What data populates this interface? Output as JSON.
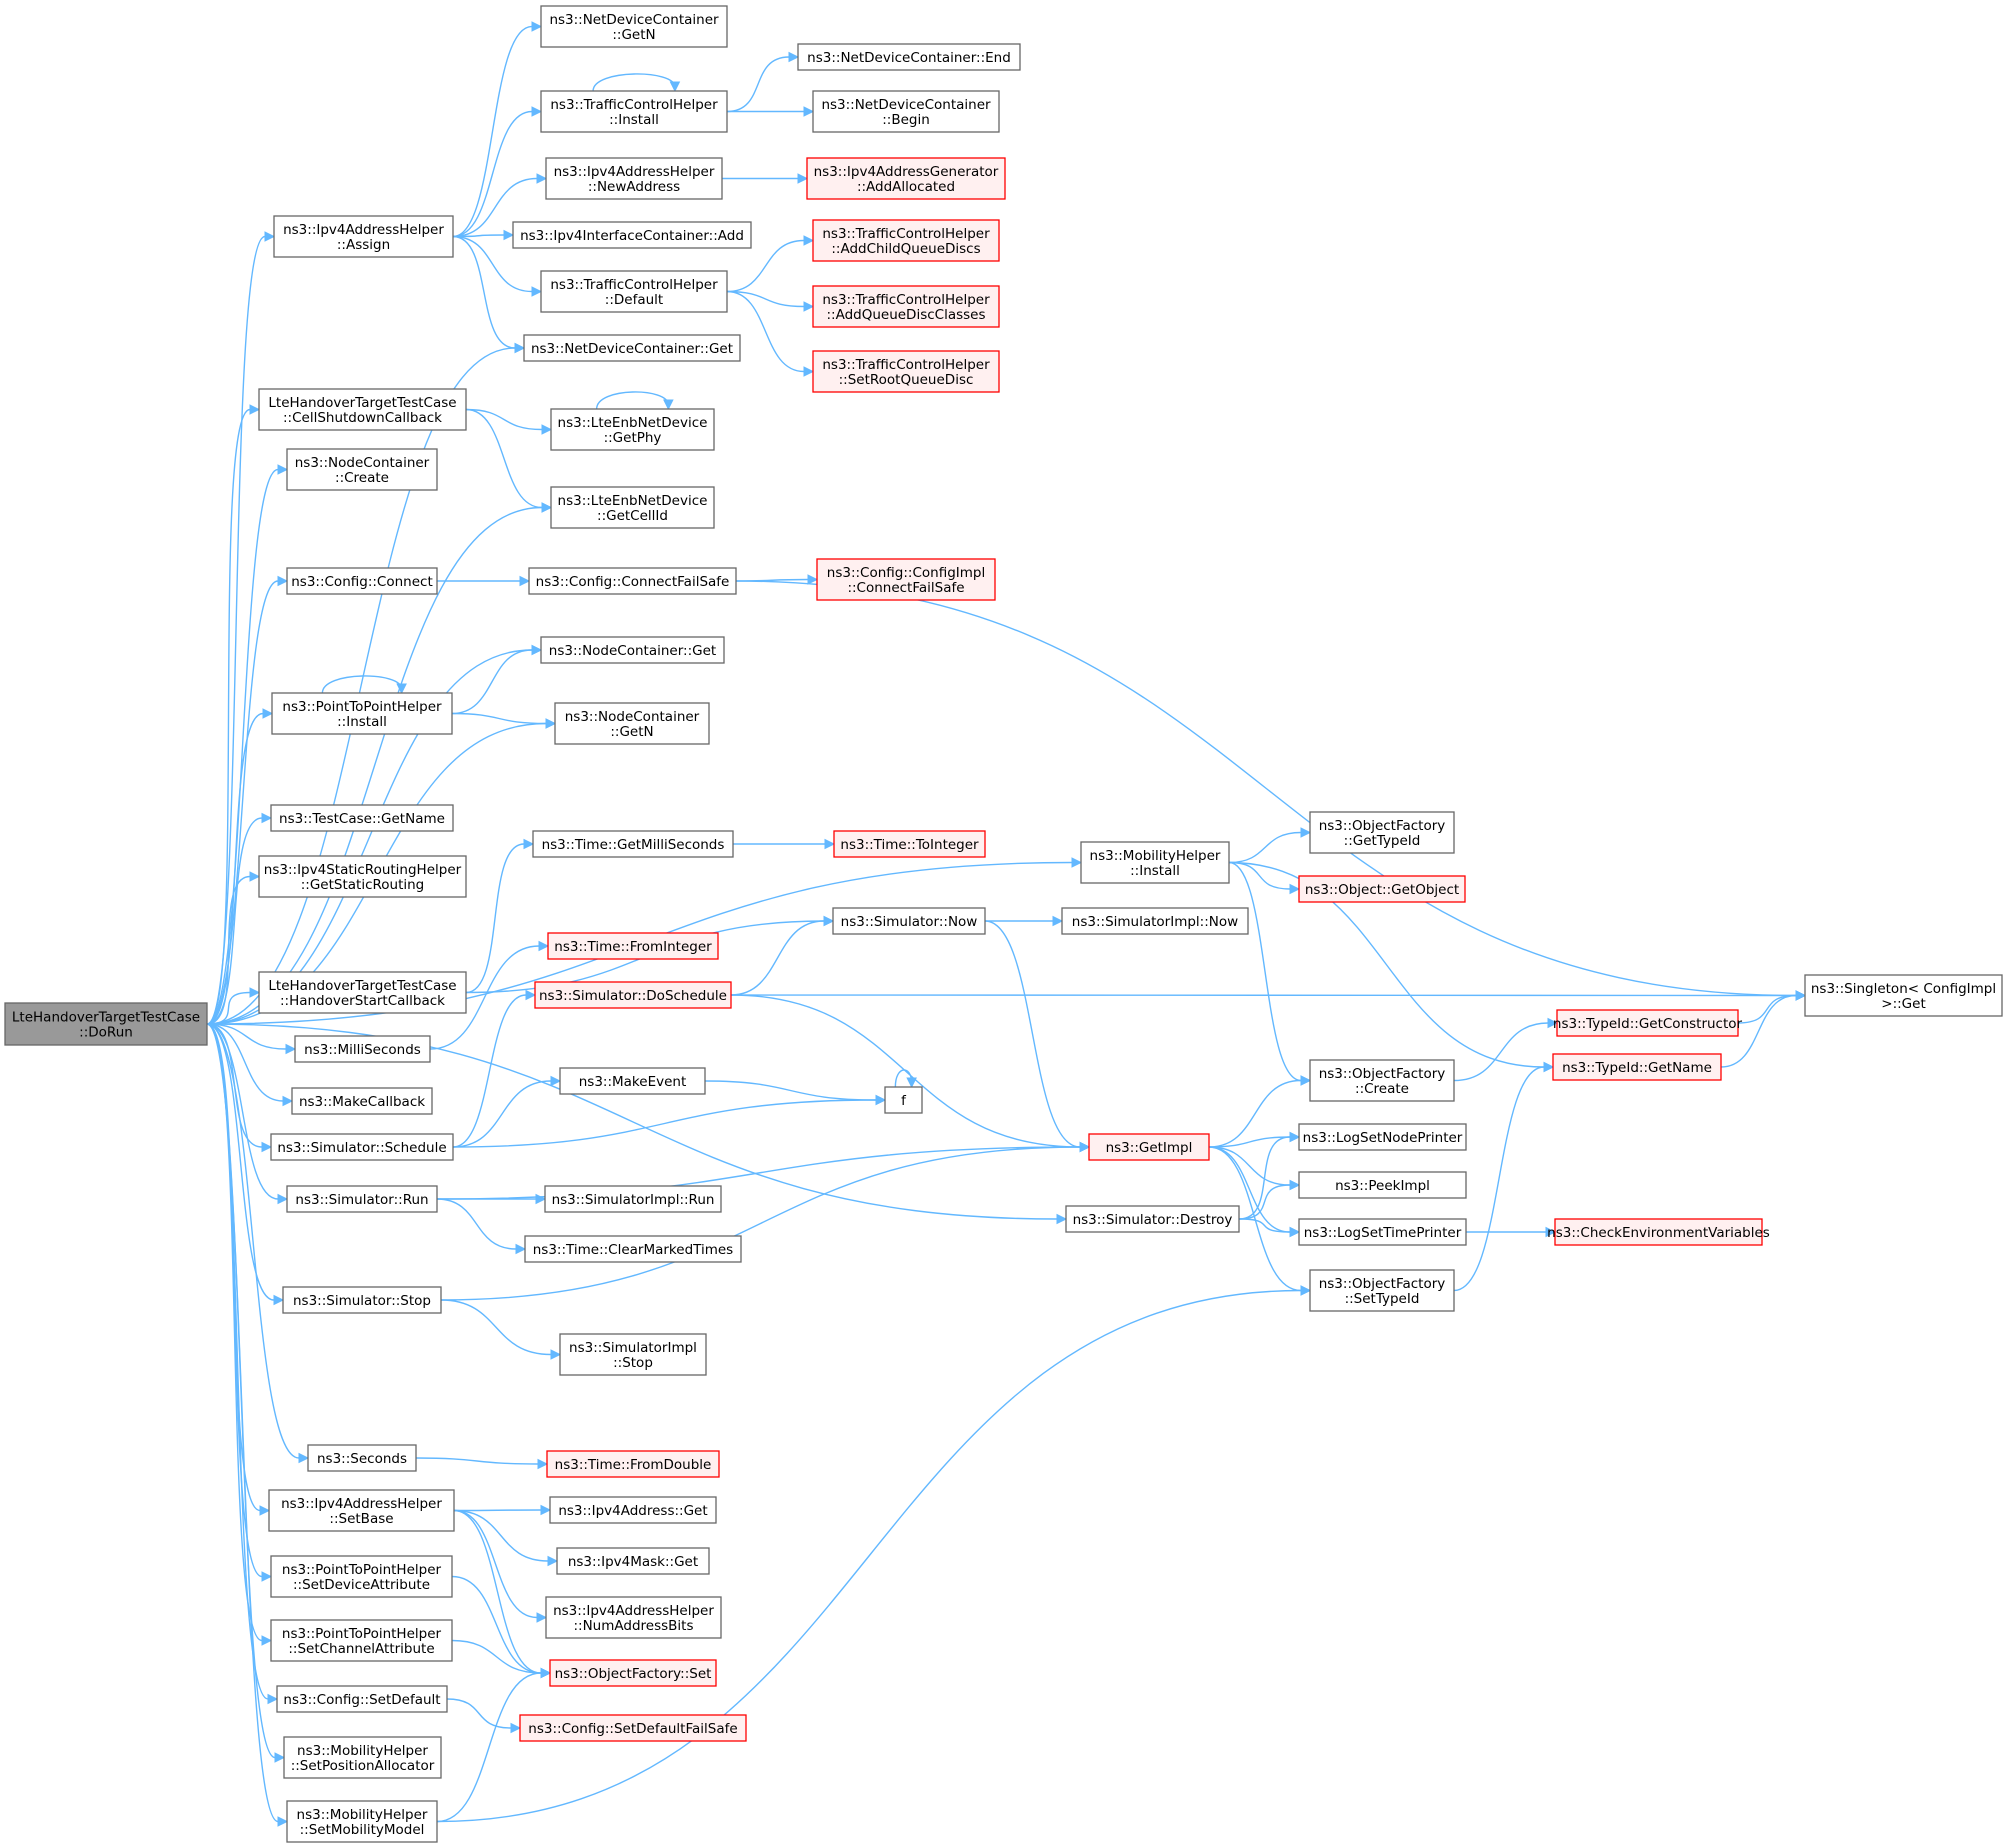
{
  "diagram": {
    "type": "call-graph",
    "colors": {
      "edge": "#63b8ff",
      "node_border": "#666666",
      "external_border": "#ff0000",
      "external_fill": "#fff0f0",
      "root_fill": "#999999"
    },
    "nodes": [
      {
        "id": "root",
        "lines": [
          "LteHandoverTargetTestCase",
          "::DoRun"
        ],
        "style": "root"
      },
      {
        "id": "ndc_getn",
        "lines": [
          "ns3::NetDeviceContainer",
          "::GetN"
        ],
        "style": "normal"
      },
      {
        "id": "tch_install",
        "lines": [
          "ns3::TrafficControlHelper",
          "::Install"
        ],
        "style": "normal"
      },
      {
        "id": "ndc_end",
        "lines": [
          "ns3::NetDeviceContainer::End"
        ],
        "style": "normal"
      },
      {
        "id": "ndc_begin",
        "lines": [
          "ns3::NetDeviceContainer",
          "::Begin"
        ],
        "style": "normal"
      },
      {
        "id": "ipv4ah_newaddress",
        "lines": [
          "ns3::Ipv4AddressHelper",
          "::NewAddress"
        ],
        "style": "normal"
      },
      {
        "id": "ipv4ag_addallocated",
        "lines": [
          "ns3::Ipv4AddressGenerator",
          "::AddAllocated"
        ],
        "style": "red"
      },
      {
        "id": "ipv4ah_assign",
        "lines": [
          "ns3::Ipv4AddressHelper",
          "::Assign"
        ],
        "style": "normal"
      },
      {
        "id": "ipv4ic_add",
        "lines": [
          "ns3::Ipv4InterfaceContainer::Add"
        ],
        "style": "normal"
      },
      {
        "id": "tch_addchild",
        "lines": [
          "ns3::TrafficControlHelper",
          "::AddChildQueueDiscs"
        ],
        "style": "red"
      },
      {
        "id": "tch_default",
        "lines": [
          "ns3::TrafficControlHelper",
          "::Default"
        ],
        "style": "normal"
      },
      {
        "id": "tch_addclasses",
        "lines": [
          "ns3::TrafficControlHelper",
          "::AddQueueDiscClasses"
        ],
        "style": "red"
      },
      {
        "id": "ndc_get",
        "lines": [
          "ns3::NetDeviceContainer::Get"
        ],
        "style": "normal"
      },
      {
        "id": "tch_setroot",
        "lines": [
          "ns3::TrafficControlHelper",
          "::SetRootQueueDisc"
        ],
        "style": "red"
      },
      {
        "id": "lhttc_cellshutdown",
        "lines": [
          "LteHandoverTargetTestCase",
          "::CellShutdownCallback"
        ],
        "style": "normal"
      },
      {
        "id": "led_getphy",
        "lines": [
          "ns3::LteEnbNetDevice",
          "::GetPhy"
        ],
        "style": "normal"
      },
      {
        "id": "nc_create",
        "lines": [
          "ns3::NodeContainer",
          "::Create"
        ],
        "style": "normal"
      },
      {
        "id": "led_getcellid",
        "lines": [
          "ns3::LteEnbNetDevice",
          "::GetCellId"
        ],
        "style": "normal"
      },
      {
        "id": "config_connect",
        "lines": [
          "ns3::Config::Connect"
        ],
        "style": "normal"
      },
      {
        "id": "config_connectfailsafe",
        "lines": [
          "ns3::Config::ConnectFailSafe"
        ],
        "style": "normal"
      },
      {
        "id": "configimpl_connectfailsafe",
        "lines": [
          "ns3::Config::ConfigImpl",
          "::ConnectFailSafe"
        ],
        "style": "red"
      },
      {
        "id": "nc_get",
        "lines": [
          "ns3::NodeContainer::Get"
        ],
        "style": "normal"
      },
      {
        "id": "p2p_install",
        "lines": [
          "ns3::PointToPointHelper",
          "::Install"
        ],
        "style": "normal"
      },
      {
        "id": "nc_getn",
        "lines": [
          "ns3::NodeContainer",
          "::GetN"
        ],
        "style": "normal"
      },
      {
        "id": "tc_getname",
        "lines": [
          "ns3::TestCase::GetName"
        ],
        "style": "normal"
      },
      {
        "id": "ipv4srh_getstatic",
        "lines": [
          "ns3::Ipv4StaticRoutingHelper",
          "::GetStaticRouting"
        ],
        "style": "normal"
      },
      {
        "id": "time_getms",
        "lines": [
          "ns3::Time::GetMilliSeconds"
        ],
        "style": "normal"
      },
      {
        "id": "time_tointeger",
        "lines": [
          "ns3::Time::ToInteger"
        ],
        "style": "red"
      },
      {
        "id": "mh_install",
        "lines": [
          "ns3::MobilityHelper",
          "::Install"
        ],
        "style": "normal"
      },
      {
        "id": "of_gettypeid",
        "lines": [
          "ns3::ObjectFactory",
          "::GetTypeId"
        ],
        "style": "normal"
      },
      {
        "id": "obj_getobject",
        "lines": [
          "ns3::Object::GetObject"
        ],
        "style": "red"
      },
      {
        "id": "sim_now",
        "lines": [
          "ns3::Simulator::Now"
        ],
        "style": "normal"
      },
      {
        "id": "simimpl_now",
        "lines": [
          "ns3::SimulatorImpl::Now"
        ],
        "style": "normal"
      },
      {
        "id": "time_frominteger",
        "lines": [
          "ns3::Time::FromInteger"
        ],
        "style": "red"
      },
      {
        "id": "lhttc_handoverstart",
        "lines": [
          "LteHandoverTargetTestCase",
          "::HandoverStartCallback"
        ],
        "style": "normal"
      },
      {
        "id": "sim_doschedule",
        "lines": [
          "ns3::Simulator::DoSchedule"
        ],
        "style": "red"
      },
      {
        "id": "singleton_get",
        "lines": [
          "ns3::Singleton< ConfigImpl",
          ">::Get"
        ],
        "style": "normal"
      },
      {
        "id": "typeid_getconstructor",
        "lines": [
          "ns3::TypeId::GetConstructor"
        ],
        "style": "red"
      },
      {
        "id": "millis",
        "lines": [
          "ns3::MilliSeconds"
        ],
        "style": "normal"
      },
      {
        "id": "makeevent",
        "lines": [
          "ns3::MakeEvent"
        ],
        "style": "normal"
      },
      {
        "id": "typeid_getname",
        "lines": [
          "ns3::TypeId::GetName"
        ],
        "style": "red"
      },
      {
        "id": "makecallback",
        "lines": [
          "ns3::MakeCallback"
        ],
        "style": "normal"
      },
      {
        "id": "of_create",
        "lines": [
          "ns3::ObjectFactory",
          "::Create"
        ],
        "style": "normal"
      },
      {
        "id": "f",
        "lines": [
          "f"
        ],
        "style": "normal"
      },
      {
        "id": "sim_schedule",
        "lines": [
          "ns3::Simulator::Schedule"
        ],
        "style": "normal"
      },
      {
        "id": "getimpl",
        "lines": [
          "ns3::GetImpl"
        ],
        "style": "red"
      },
      {
        "id": "logsetnodeprinter",
        "lines": [
          "ns3::LogSetNodePrinter"
        ],
        "style": "normal"
      },
      {
        "id": "peekimpl",
        "lines": [
          "ns3::PeekImpl"
        ],
        "style": "normal"
      },
      {
        "id": "sim_run",
        "lines": [
          "ns3::Simulator::Run"
        ],
        "style": "normal"
      },
      {
        "id": "simimpl_run",
        "lines": [
          "ns3::SimulatorImpl::Run"
        ],
        "style": "normal"
      },
      {
        "id": "sim_destroy",
        "lines": [
          "ns3::Simulator::Destroy"
        ],
        "style": "normal"
      },
      {
        "id": "logsettimeprinter",
        "lines": [
          "ns3::LogSetTimePrinter"
        ],
        "style": "normal"
      },
      {
        "id": "checkenv",
        "lines": [
          "ns3::CheckEnvironmentVariables"
        ],
        "style": "red"
      },
      {
        "id": "time_clearmarked",
        "lines": [
          "ns3::Time::ClearMarkedTimes"
        ],
        "style": "normal"
      },
      {
        "id": "of_settypeid",
        "lines": [
          "ns3::ObjectFactory",
          "::SetTypeId"
        ],
        "style": "normal"
      },
      {
        "id": "sim_stop",
        "lines": [
          "ns3::Simulator::Stop"
        ],
        "style": "normal"
      },
      {
        "id": "simimpl_stop",
        "lines": [
          "ns3::SimulatorImpl",
          "::Stop"
        ],
        "style": "normal"
      },
      {
        "id": "seconds",
        "lines": [
          "ns3::Seconds"
        ],
        "style": "normal"
      },
      {
        "id": "time_fromdouble",
        "lines": [
          "ns3::Time::FromDouble"
        ],
        "style": "red"
      },
      {
        "id": "ipv4ah_setbase",
        "lines": [
          "ns3::Ipv4AddressHelper",
          "::SetBase"
        ],
        "style": "normal"
      },
      {
        "id": "ipv4addr_get",
        "lines": [
          "ns3::Ipv4Address::Get"
        ],
        "style": "normal"
      },
      {
        "id": "ipv4mask_get",
        "lines": [
          "ns3::Ipv4Mask::Get"
        ],
        "style": "normal"
      },
      {
        "id": "p2p_setdevattr",
        "lines": [
          "ns3::PointToPointHelper",
          "::SetDeviceAttribute"
        ],
        "style": "normal"
      },
      {
        "id": "ipv4ah_numaddrbits",
        "lines": [
          "ns3::Ipv4AddressHelper",
          "::NumAddressBits"
        ],
        "style": "normal"
      },
      {
        "id": "p2p_setchanattr",
        "lines": [
          "ns3::PointToPointHelper",
          "::SetChannelAttribute"
        ],
        "style": "normal"
      },
      {
        "id": "of_set",
        "lines": [
          "ns3::ObjectFactory::Set"
        ],
        "style": "red"
      },
      {
        "id": "config_setdefault",
        "lines": [
          "ns3::Config::SetDefault"
        ],
        "style": "normal"
      },
      {
        "id": "config_setdefaultfailsafe",
        "lines": [
          "ns3::Config::SetDefaultFailSafe"
        ],
        "style": "red"
      },
      {
        "id": "mh_setposalloc",
        "lines": [
          "ns3::MobilityHelper",
          "::SetPositionAllocator"
        ],
        "style": "normal"
      },
      {
        "id": "mh_setmobmodel",
        "lines": [
          "ns3::MobilityHelper",
          "::SetMobilityModel"
        ],
        "style": "normal"
      }
    ],
    "edges": [
      [
        "root",
        "ipv4ah_assign"
      ],
      [
        "root",
        "ndc_get"
      ],
      [
        "root",
        "lhttc_cellshutdown"
      ],
      [
        "root",
        "nc_create"
      ],
      [
        "root",
        "led_getcellid"
      ],
      [
        "root",
        "config_connect"
      ],
      [
        "root",
        "nc_get"
      ],
      [
        "root",
        "p2p_install"
      ],
      [
        "root",
        "nc_getn"
      ],
      [
        "root",
        "tc_getname"
      ],
      [
        "root",
        "ipv4srh_getstatic"
      ],
      [
        "root",
        "mh_install"
      ],
      [
        "root",
        "lhttc_handoverstart"
      ],
      [
        "root",
        "millis"
      ],
      [
        "root",
        "makecallback"
      ],
      [
        "root",
        "sim_schedule"
      ],
      [
        "root",
        "sim_run"
      ],
      [
        "root",
        "sim_stop"
      ],
      [
        "root",
        "sim_destroy"
      ],
      [
        "root",
        "seconds"
      ],
      [
        "root",
        "ipv4ah_setbase"
      ],
      [
        "root",
        "p2p_setdevattr"
      ],
      [
        "root",
        "p2p_setchanattr"
      ],
      [
        "root",
        "config_setdefault"
      ],
      [
        "root",
        "mh_setposalloc"
      ],
      [
        "root",
        "mh_setmobmodel"
      ],
      [
        "ipv4ah_assign",
        "ndc_getn"
      ],
      [
        "ipv4ah_assign",
        "tch_install"
      ],
      [
        "ipv4ah_assign",
        "ipv4ah_newaddress"
      ],
      [
        "ipv4ah_assign",
        "ipv4ic_add"
      ],
      [
        "ipv4ah_assign",
        "tch_default"
      ],
      [
        "ipv4ah_assign",
        "ndc_get"
      ],
      [
        "tch_install",
        "tch_install"
      ],
      [
        "tch_install",
        "ndc_end"
      ],
      [
        "tch_install",
        "ndc_begin"
      ],
      [
        "ipv4ah_newaddress",
        "ipv4ag_addallocated"
      ],
      [
        "tch_default",
        "tch_addchild"
      ],
      [
        "tch_default",
        "tch_addclasses"
      ],
      [
        "tch_default",
        "tch_setroot"
      ],
      [
        "lhttc_cellshutdown",
        "led_getphy"
      ],
      [
        "lhttc_cellshutdown",
        "led_getcellid"
      ],
      [
        "led_getphy",
        "led_getphy"
      ],
      [
        "config_connect",
        "config_connectfailsafe"
      ],
      [
        "config_connectfailsafe",
        "configimpl_connectfailsafe"
      ],
      [
        "config_connectfailsafe",
        "singleton_get"
      ],
      [
        "p2p_install",
        "p2p_install"
      ],
      [
        "p2p_install",
        "nc_get"
      ],
      [
        "p2p_install",
        "nc_getn"
      ],
      [
        "lhttc_handoverstart",
        "time_getms"
      ],
      [
        "lhttc_handoverstart",
        "sim_now"
      ],
      [
        "time_getms",
        "time_tointeger"
      ],
      [
        "mh_install",
        "of_gettypeid"
      ],
      [
        "mh_install",
        "obj_getobject"
      ],
      [
        "mh_install",
        "of_create"
      ],
      [
        "mh_install",
        "typeid_getname"
      ],
      [
        "sim_now",
        "simimpl_now"
      ],
      [
        "sim_now",
        "getimpl"
      ],
      [
        "millis",
        "time_frominteger"
      ],
      [
        "sim_schedule",
        "sim_doschedule"
      ],
      [
        "sim_schedule",
        "makeevent"
      ],
      [
        "sim_schedule",
        "f"
      ],
      [
        "sim_doschedule",
        "sim_now"
      ],
      [
        "sim_doschedule",
        "singleton_get"
      ],
      [
        "sim_doschedule",
        "getimpl"
      ],
      [
        "makeevent",
        "f"
      ],
      [
        "f",
        "f"
      ],
      [
        "of_create",
        "typeid_getconstructor"
      ],
      [
        "typeid_getconstructor",
        "singleton_get"
      ],
      [
        "typeid_getname",
        "singleton_get"
      ],
      [
        "getimpl",
        "of_create"
      ],
      [
        "getimpl",
        "logsetnodeprinter"
      ],
      [
        "getimpl",
        "peekimpl"
      ],
      [
        "getimpl",
        "logsettimeprinter"
      ],
      [
        "getimpl",
        "of_settypeid"
      ],
      [
        "sim_run",
        "getimpl"
      ],
      [
        "sim_run",
        "simimpl_run"
      ],
      [
        "sim_run",
        "time_clearmarked"
      ],
      [
        "sim_stop",
        "getimpl"
      ],
      [
        "sim_stop",
        "simimpl_stop"
      ],
      [
        "sim_destroy",
        "logsetnodeprinter"
      ],
      [
        "sim_destroy",
        "peekimpl"
      ],
      [
        "sim_destroy",
        "logsettimeprinter"
      ],
      [
        "logsettimeprinter",
        "checkenv"
      ],
      [
        "of_settypeid",
        "typeid_getname"
      ],
      [
        "seconds",
        "time_fromdouble"
      ],
      [
        "ipv4ah_setbase",
        "ipv4addr_get"
      ],
      [
        "ipv4ah_setbase",
        "ipv4mask_get"
      ],
      [
        "ipv4ah_setbase",
        "ipv4ah_numaddrbits"
      ],
      [
        "ipv4ah_setbase",
        "of_set"
      ],
      [
        "p2p_setdevattr",
        "of_set"
      ],
      [
        "p2p_setchanattr",
        "of_set"
      ],
      [
        "config_setdefault",
        "config_setdefaultfailsafe"
      ],
      [
        "mh_setmobmodel",
        "of_set"
      ],
      [
        "mh_setmobmodel",
        "of_settypeid"
      ]
    ]
  }
}
